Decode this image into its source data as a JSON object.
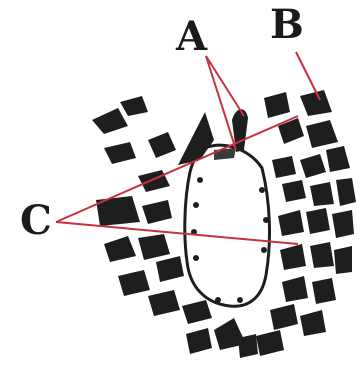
{
  "figure": {
    "labels": {
      "a": "A",
      "b": "B",
      "c": "C"
    },
    "colors": {
      "leader_lines": "#c8323c",
      "ink": "#1e1e1e",
      "background": "#ffffff"
    }
  }
}
